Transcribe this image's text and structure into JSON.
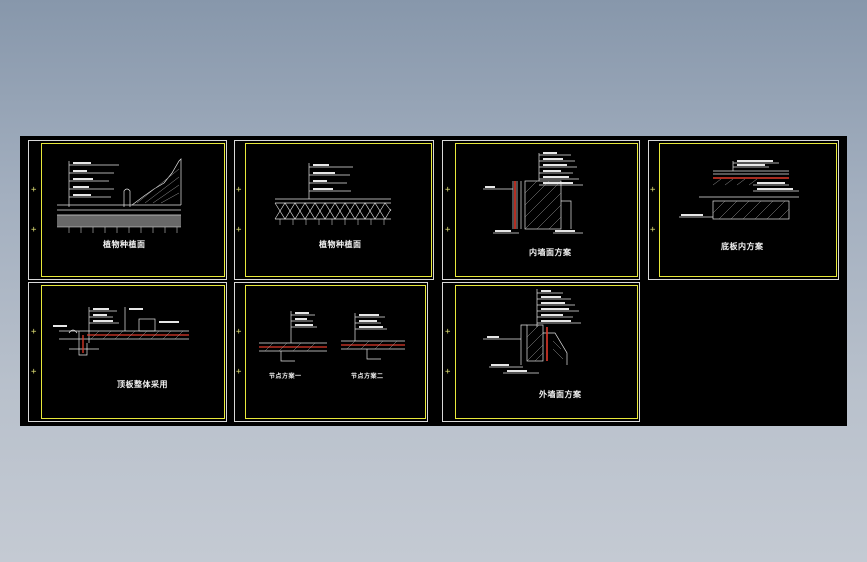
{
  "drawing": {
    "sheets": [
      {
        "id": "s1",
        "title": "植物种植面"
      },
      {
        "id": "s2",
        "title": "植物种植面"
      },
      {
        "id": "s3",
        "title": "内墙面方案"
      },
      {
        "id": "s4",
        "title": "底板内方案"
      },
      {
        "id": "s5",
        "title": "顶板整体采用"
      },
      {
        "id": "s6",
        "title_a": "节点方案一",
        "title_b": "节点方案二"
      },
      {
        "id": "s7",
        "title": "外墙面方案"
      }
    ],
    "frame_marker": "+",
    "colors": {
      "background": "#000000",
      "sheet_border": "#d8d8d8",
      "frame_border": "#e8e83a",
      "linework": "#e6e6e6",
      "membrane": "#e03a2a",
      "hatch": "#9a9a9a"
    }
  }
}
